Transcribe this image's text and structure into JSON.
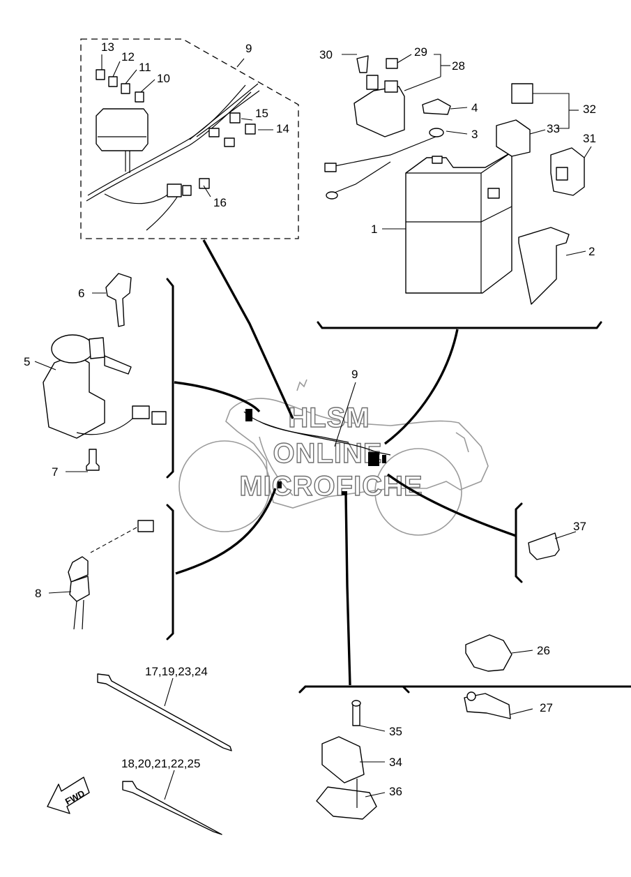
{
  "labels": {
    "p1": "1",
    "p2": "2",
    "p3": "3",
    "p4": "4",
    "p5": "5",
    "p6": "6",
    "p7": "7",
    "p8": "8",
    "p9a": "9",
    "p9b": "9",
    "p10": "10",
    "p11": "11",
    "p12": "12",
    "p13": "13",
    "p14": "14",
    "p15": "15",
    "p16": "16",
    "p17_19_23_24": "17,19,23,24",
    "p18_20_21_22_25": "18,20,21,22,25",
    "p26": "26",
    "p27": "27",
    "p28": "28",
    "p29": "29",
    "p30": "30",
    "p31": "31",
    "p32": "32",
    "p33": "33",
    "p34": "34",
    "p35": "35",
    "p36": "36",
    "p37": "37"
  },
  "watermark": {
    "line1": "HLSM",
    "line2": "ONLINE",
    "line3": "MICROFICHE"
  },
  "fwd_arrow": {
    "text": "FWD"
  },
  "icons": [
    "fwd-arrow-icon",
    "motorcycle-silhouette"
  ]
}
